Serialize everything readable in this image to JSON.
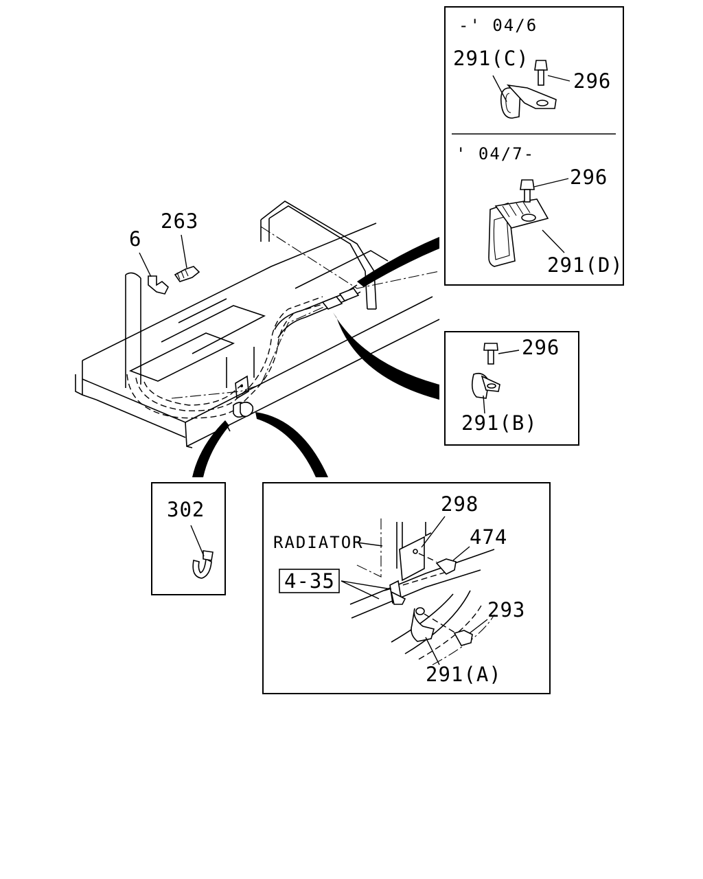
{
  "callouts": {
    "c6": "6",
    "c263": "263",
    "c291c": "291(C)",
    "c296_top": "296",
    "c296_mid": "296",
    "c291d": "291(D)",
    "c296_b": "296",
    "c291b": "291(B)",
    "c302": "302",
    "c298": "298",
    "c474": "474",
    "c293": "293",
    "c291a": "291(A)",
    "ref_4_35": "4-35",
    "radiator": "RADIATOR"
  },
  "date_ranges": {
    "upto": "-' 04/6",
    "from": "' 04/7-"
  },
  "icons": [
    "frame-chassis",
    "hose-clamp",
    "bolt",
    "bracket",
    "clip"
  ]
}
